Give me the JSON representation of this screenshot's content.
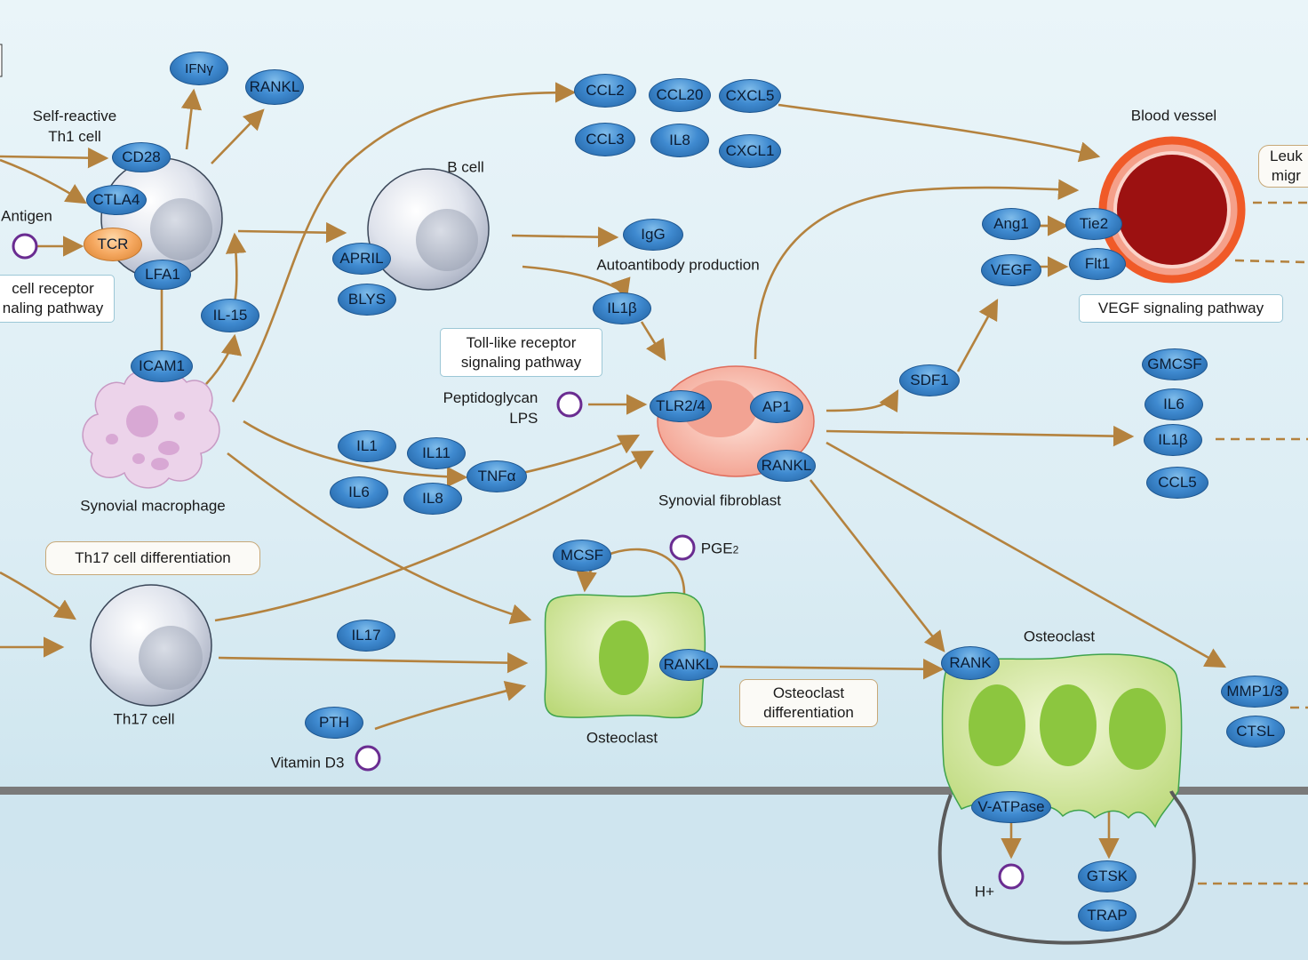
{
  "cells": {
    "th1": "Self-reactive\nTh1 cell",
    "b_cell": "B cell",
    "macrophage": "Synovial macrophage",
    "fibroblast": "Synovial fibroblast",
    "th17": "Th17 cell",
    "osteoclast_small": "Osteoclast",
    "osteoclast_large": "Osteoclast",
    "blood_vessel": "Blood vessel"
  },
  "labels": {
    "antigen": "Antigen",
    "autoantibody": "Autoantibody production",
    "peptidoglycan": "Peptidoglycan\nLPS",
    "vitamin_d3": "Vitamin D3",
    "pge2": "PGE",
    "pge2_sub": "2",
    "h_plus": "H+"
  },
  "boxes": {
    "tcr_pathway": "cell receptor\nnaling pathway",
    "tlr_pathway": "Toll-like receptor\nsignaling pathway",
    "vegf_pathway": "VEGF signaling pathway",
    "th17_diff": "Th17 cell differentiation",
    "osteoclast_diff": "Osteoclast\ndifferentiation",
    "leuko": "Leuk\nmigr"
  },
  "molecules": {
    "ifng": "IFNγ",
    "rankl_top": "RANKL",
    "cd28": "CD28",
    "ctla4": "CTLA4",
    "tcr": "TCR",
    "lfa1": "LFA1",
    "il15": "IL-15",
    "icam1": "ICAM1",
    "april": "APRIL",
    "blys": "BLYS",
    "ccl2": "CCL2",
    "ccl20": "CCL20",
    "cxcl5": "CXCL5",
    "ccl3": "CCL3",
    "il8_top": "IL8",
    "cxcl1": "CXCL1",
    "igg": "IgG",
    "il1b_mid": "IL1β",
    "tlr24": "TLR2/4",
    "ap1": "AP1",
    "rankl_fib": "RANKL",
    "il1": "IL1",
    "il11": "IL11",
    "il6_low": "IL6",
    "il8_low": "IL8",
    "tnfa": "TNFα",
    "ang1": "Ang1",
    "tie2": "Tie2",
    "vegf": "VEGF",
    "flt1": "Flt1",
    "sdf1": "SDF1",
    "gmcsf": "GMCSF",
    "il6_right": "IL6",
    "il1b_right": "IL1β",
    "ccl5": "CCL5",
    "mcsf": "MCSF",
    "il17": "IL17",
    "rankl_oc": "RANKL",
    "pth": "PTH",
    "rank": "RANK",
    "mmp13": "MMP1/3",
    "ctsl": "CTSL",
    "vatpase": "V-ATPase",
    "gtsk": "GTSK",
    "trap": "TRAP"
  },
  "colors": {
    "arrow": "#b4823e",
    "molecule_blue": "#3f8ad0",
    "membrane_gray": "#7a7a7a",
    "vessel_red": "#9c1111",
    "vessel_ring": "#f05a28",
    "osteoclast_green": "#c8e08a",
    "nucleus_green": "#8cc63f",
    "fibroblast_pink": "#f4a89a",
    "macrophage_purple": "#e6c8e4",
    "ligand_ring": "#6a2c91"
  }
}
